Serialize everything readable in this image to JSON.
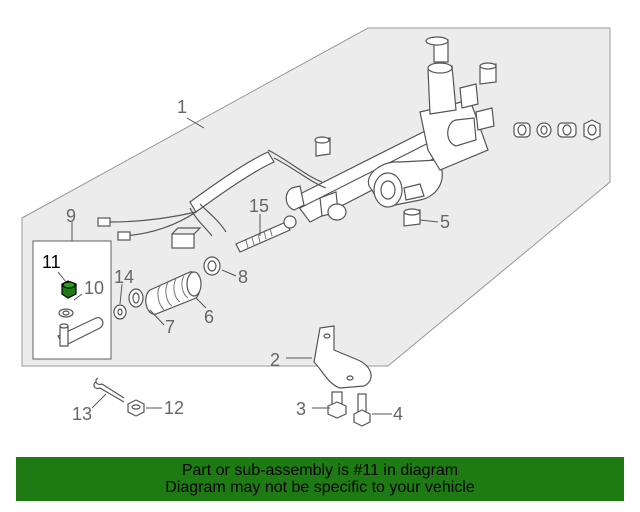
{
  "diagram": {
    "callouts": {
      "c1": "1",
      "c2": "2",
      "c3": "3",
      "c4": "4",
      "c5": "5",
      "c6": "6",
      "c7": "7",
      "c8": "8",
      "c9": "9",
      "c10": "10",
      "c11": "11",
      "c12": "12",
      "c13": "13",
      "c14": "14",
      "c15": "15"
    },
    "highlight_color": "#1e7a12",
    "highlighted_part": "11"
  },
  "footer": {
    "line1": "Part or sub-assembly is #11 in diagram",
    "line2": "Diagram may not be specific to your vehicle"
  }
}
